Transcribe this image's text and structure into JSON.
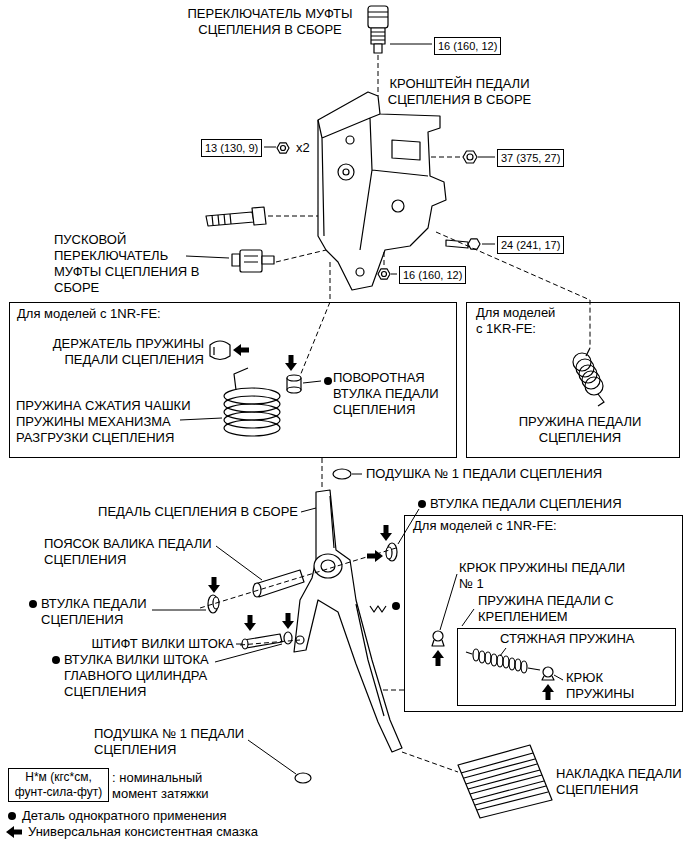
{
  "diagram": {
    "nodes": [
      {
        "text": [
          "16 (160, 12)"
        ]
      },
      {
        "text": [
          "13 (130, 9)"
        ]
      },
      {
        "text": [
          "37 (375, 27)"
        ]
      },
      {
        "text": [
          "24 (241, 17)"
        ]
      },
      {
        "text": [
          "16 (160, 12)"
        ]
      },
      {
        "text": [
          "Для моделей с 1NR-FE:"
        ]
      },
      {
        "text": [
          "Для моделей с 1KR-FE:"
        ]
      },
      {
        "text": [
          "Для моделей с 1NR-FE:"
        ]
      },
      {
        "text": [
          "СТЯЖНАЯ ПРУЖИНА",
          "КРЮК ПРУЖИНЫ"
        ],
        "in": 7
      },
      {
        "text": [
          "Н*м (кгс*см, фунт-сила-фут)"
        ]
      }
    ],
    "labels": [
      "ПЕРЕКЛЮЧАТЕЛЬ МУФТЫ СЦЕПЛЕНИЯ В СБОРЕ",
      "КРОНШТЕЙН ПЕДАЛИ СЦЕПЛЕНИЯ В СБОРЕ",
      "x2",
      "ПУСКОВОЙ ПЕРЕКЛЮЧАТЕЛЬ МУФТЫ СЦЕПЛЕНИЯ В СБОРЕ",
      "ДЕРЖАТЕЛЬ ПРУЖИНЫ ПЕДАЛИ СЦЕПЛЕНИЯ",
      "ПРУЖИНА СЖАТИЯ ЧАШКИ ПРУЖИНЫ МЕХАНИЗМА РАЗГРУЗКИ СЦЕПЛЕНИЯ",
      "ПОВОРОТНАЯ ВТУЛКА ПЕДАЛИ СЦЕПЛЕНИЯ",
      "ПРУЖИНА ПЕДАЛИ СЦЕПЛЕНИЯ",
      "ПОДУШКА № 1 ПЕДАЛИ СЦЕПЛЕНИЯ",
      "ПЕДАЛЬ СЦЕПЛЕНИЯ В СБОРЕ",
      "ВТУЛКА ПЕДАЛИ СЦЕПЛЕНИЯ",
      "ПОЯСОК ВАЛИКА ПЕДАЛИ СЦЕПЛЕНИЯ",
      "ВТУЛКА ПЕДАЛИ СЦЕПЛЕНИЯ",
      "ШТИФТ ВИЛКИ ШТОКА",
      "ВТУЛКА ВИЛКИ ШТОКА ГЛАВНОГО ЦИЛИНДРА СЦЕПЛЕНИЯ",
      "КРЮК ПРУЖИНЫ ПЕДАЛИ № 1",
      "ПРУЖИНА ПЕДАЛИ С КРЕПЛЕНИЕМ",
      "ПОДУШКА № 1 ПЕДАЛИ СЦЕПЛЕНИЯ",
      "НАКЛАДКА ПЕДАЛИ СЦЕПЛЕНИЯ",
      ": номинальный момент затяжки"
    ],
    "legend": [
      {
        "text": "Деталь однократного применения"
      },
      {
        "text": "Универсальная консистентная смазка"
      }
    ]
  }
}
